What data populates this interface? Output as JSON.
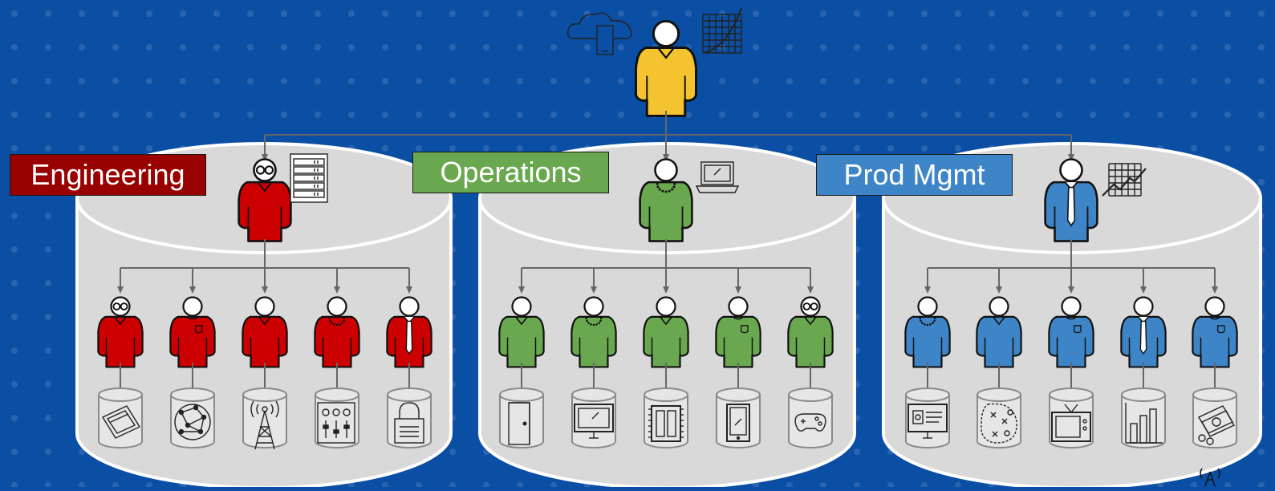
{
  "colors": {
    "background": "#0a4fa3",
    "dots": "#2a64b0",
    "silo_fill": "#d9d9d9",
    "silo_stroke": "#ffffff",
    "connector": "#666666",
    "manager": "#f4c430",
    "engineering": "#cc0000",
    "operations": "#6aa84f",
    "prod_mgmt": "#3d85c6",
    "engineering_label": "#990000",
    "operations_label": "#6aa84f",
    "prod_mgmt_label": "#3d85c6"
  },
  "top": {
    "person_color": "#f4c430",
    "icons": [
      "cloud-mobile-icon",
      "growth-chart-icon"
    ]
  },
  "departments": [
    {
      "label": "Engineering",
      "color": "#cc0000",
      "label_color": "#990000",
      "lead": {
        "variant": "glasses",
        "icon": "server-rack-icon"
      },
      "members": [
        {
          "variant": "glasses",
          "icon": "circuit-board-icon"
        },
        {
          "variant": "pocket",
          "icon": "globe-network-icon"
        },
        {
          "variant": "plain",
          "icon": "radio-tower-icon"
        },
        {
          "variant": "necklace",
          "icon": "control-panel-icon"
        },
        {
          "variant": "tie",
          "icon": "padlock-icon"
        }
      ]
    },
    {
      "label": "Operations",
      "color": "#6aa84f",
      "label_color": "#6aa84f",
      "lead": {
        "variant": "necklace",
        "icon": "laptop-icon"
      },
      "members": [
        {
          "variant": "plain",
          "icon": "door-icon"
        },
        {
          "variant": "necklace",
          "icon": "monitor-icon"
        },
        {
          "variant": "plain",
          "icon": "chip-icon"
        },
        {
          "variant": "pocket",
          "icon": "tablet-icon"
        },
        {
          "variant": "glasses",
          "icon": "gamepad-icon"
        }
      ]
    },
    {
      "label": "Prod Mgmt",
      "color": "#3d85c6",
      "label_color": "#3d85c6",
      "lead": {
        "variant": "tie",
        "icon": "trend-chart-icon"
      },
      "members": [
        {
          "variant": "necklace",
          "icon": "presentation-screen-icon"
        },
        {
          "variant": "plain",
          "icon": "strategy-play-icon"
        },
        {
          "variant": "pocket",
          "icon": "television-icon"
        },
        {
          "variant": "tie",
          "icon": "bar-chart-icon"
        },
        {
          "variant": "pocket",
          "icon": "money-icon"
        }
      ]
    }
  ]
}
